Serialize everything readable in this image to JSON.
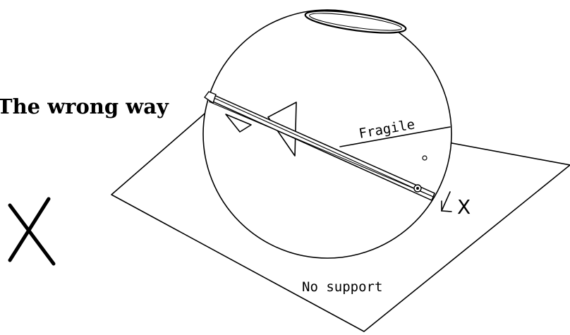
{
  "title": "The wrong way",
  "labels": {
    "fragile": "Fragile",
    "no_support": "No support",
    "x_mark": "X"
  },
  "colors": {
    "ink": "#000000",
    "background": "#ffffff"
  }
}
